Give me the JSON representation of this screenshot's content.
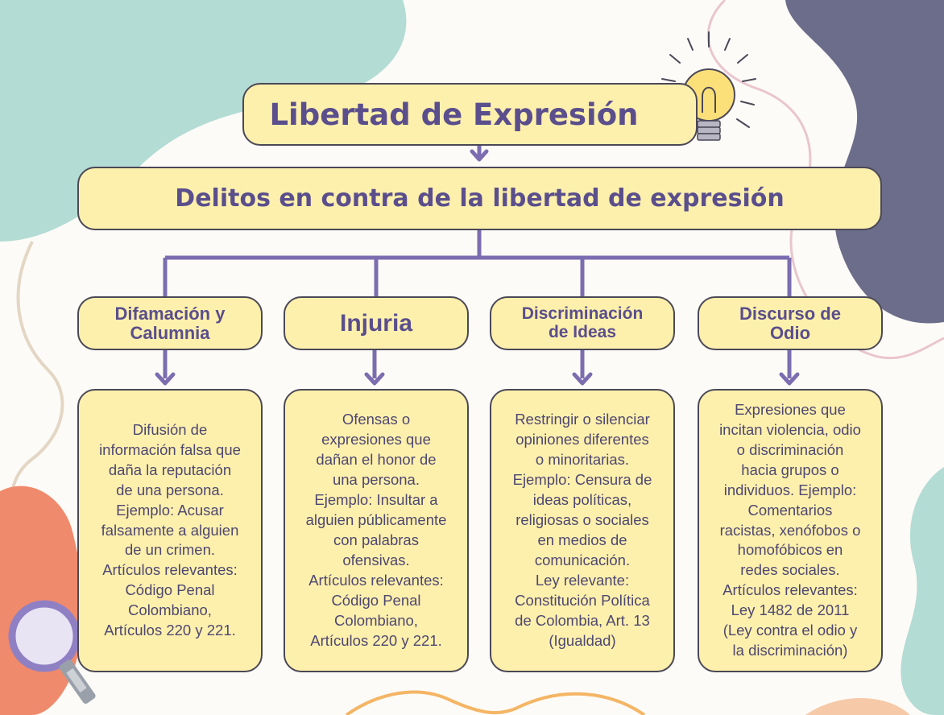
{
  "title": "Libertad de Expresión",
  "subtitle": "Delitos en contra de la libertad de expresión",
  "categories": [
    {
      "label": "Difamación y\nCalumnia",
      "description": "Difusión de\ninformación falsa que\ndaña la reputación\nde una persona.\nEjemplo: Acusar\nfalsamente a alguien\nde un crimen.\nArtículos relevantes:\nCódigo Penal\nColombiano,\nArtículos 220 y 221."
    },
    {
      "label": "Injuria",
      "description": "Ofensas o\nexpresiones que\ndañan el honor de\nuna persona.\nEjemplo: Insultar a\nalguien públicamente\ncon palabras\nofensivas.\nArtículos relevantes:\nCódigo Penal\nColombiano,\nArtículos 220 y 221."
    },
    {
      "label": "Discriminación\nde Ideas",
      "description": "Restringir o silenciar\nopiniones diferentes\no minoritarias.\nEjemplo: Censura de\nideas políticas,\nreligiosas o sociales\nen medios de\ncomunicación.\nLey relevante:\nConstitución Política\nde Colombia, Art. 13\n(Igualdad)"
    },
    {
      "label": "Discurso de\nOdio",
      "description": "Expresiones que\nincitan violencia, odio\no discriminación\nhacia grupos o\nindividuos. Ejemplo:\nComentarios\nracistas, xenófobos o\nhomofóbicos en\nredes sociales.\nArtículos relevantes:\nLey 1482 de 2011\n(Ley contra el odio y\nla discriminación)"
    }
  ],
  "colors": {
    "box_fill": "#fdf0ad",
    "box_border": "#4b4857",
    "connector": "#7b6db0",
    "text": "#5a4e8c",
    "blob_teal": "#b3dcd4",
    "blob_navy": "#6c6d8a",
    "blob_coral": "#f08a6c"
  },
  "icons": [
    "lightbulb-icon",
    "magnifying-glass-icon"
  ]
}
